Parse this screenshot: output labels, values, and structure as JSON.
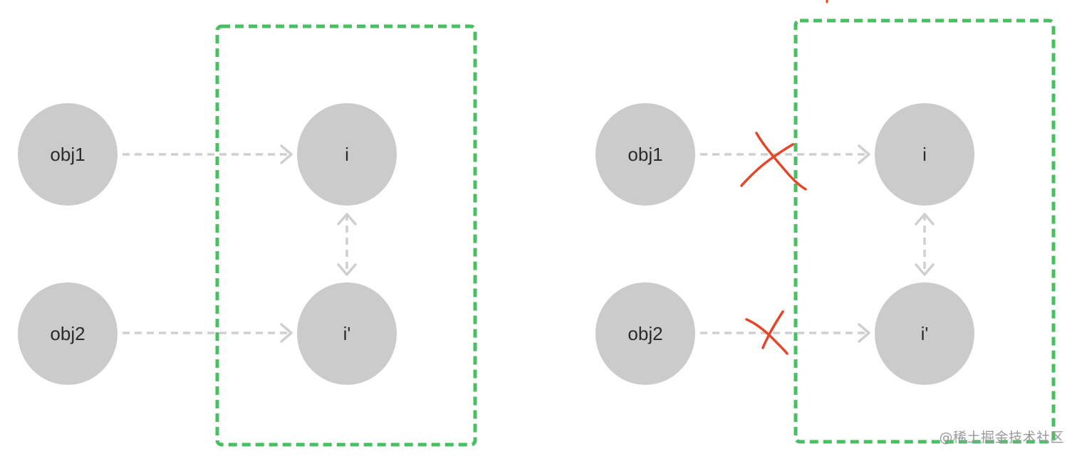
{
  "colors": {
    "node_fill": "#cccbcb",
    "arrow": "#cfcfcf",
    "group_border": "#46c060",
    "cross": "#e4462a",
    "watermark": "#9a9a9a"
  },
  "left_diagram": {
    "nodes": {
      "obj1": "obj1",
      "obj2": "obj2",
      "i": "i",
      "i_prime": "i'"
    }
  },
  "right_diagram": {
    "nodes": {
      "obj1": "obj1",
      "obj2": "obj2",
      "i": "i",
      "i_prime": "i'"
    },
    "crossed_links": [
      "obj1 → i",
      "obj2 → i'"
    ]
  },
  "watermark": "@稀土掘金技术社区"
}
